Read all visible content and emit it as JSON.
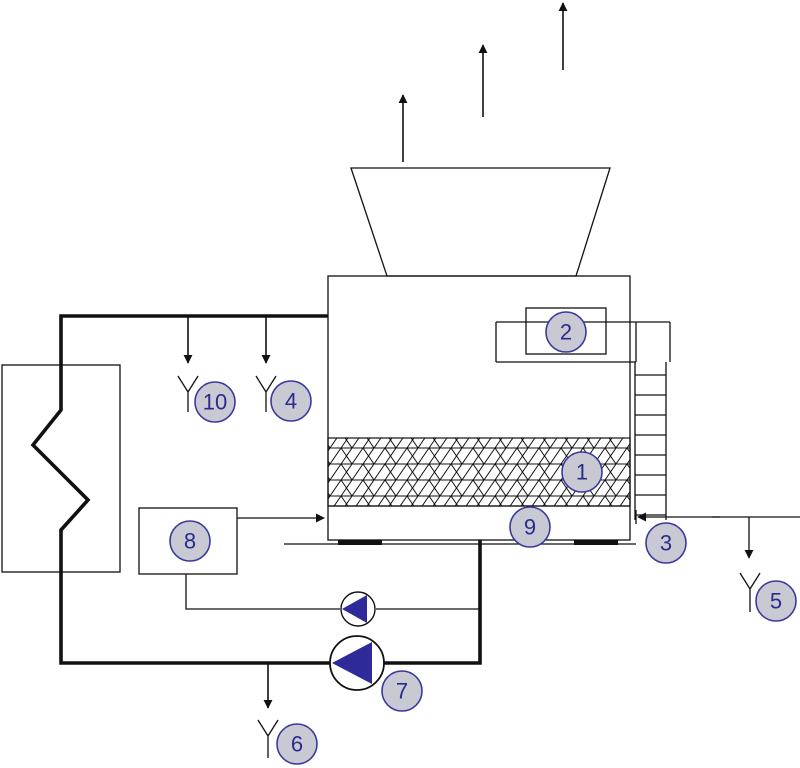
{
  "colors": {
    "line": "#111111",
    "badge_fill": "#c9c9d3",
    "badge_stroke": "#3a3a9e",
    "badge_text": "#2b2b8c",
    "pump_fill": "#2e2a9a"
  },
  "labels": {
    "fill": "1",
    "fan": "2",
    "inlet": "3",
    "drain_top_right": "4",
    "drain_right": "5",
    "drain_bottom": "6",
    "pump_main": "7",
    "treatment": "8",
    "basin": "9",
    "drain_top_left": "10"
  }
}
